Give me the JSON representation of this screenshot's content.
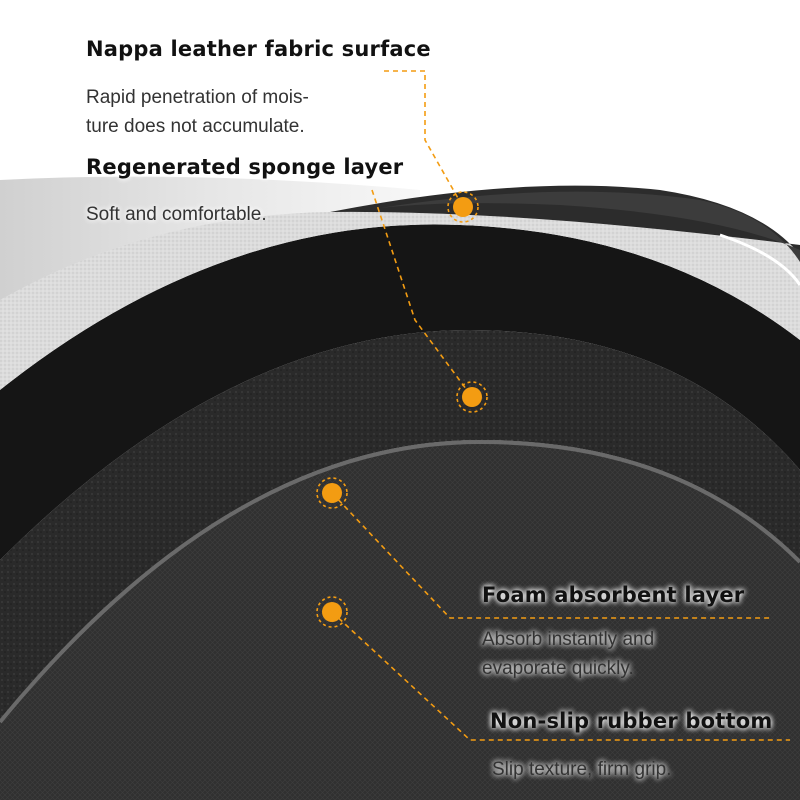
{
  "annotations": [
    {
      "id": "nappa",
      "title": "Nappa leather fabric surface",
      "description": [
        "Rapid penetration of mois-",
        "ture does not accumulate."
      ]
    },
    {
      "id": "sponge",
      "title": "Regenerated sponge layer",
      "description": [
        "Soft and comfortable."
      ]
    },
    {
      "id": "foam",
      "title": "Foam absorbent layer",
      "description": [
        "Absorb instantly and",
        "evaporate quickly."
      ]
    },
    {
      "id": "rubber",
      "title": "Non-slip rubber bottom",
      "description": [
        "Slip texture, firm grip."
      ]
    }
  ],
  "colors": {
    "accent": "#f39c12",
    "surface_light": "#d9d9d9",
    "sponge_dark": "#1a1a1a",
    "foam_dark": "#2b2b2b",
    "rubber_dark": "#333333"
  }
}
